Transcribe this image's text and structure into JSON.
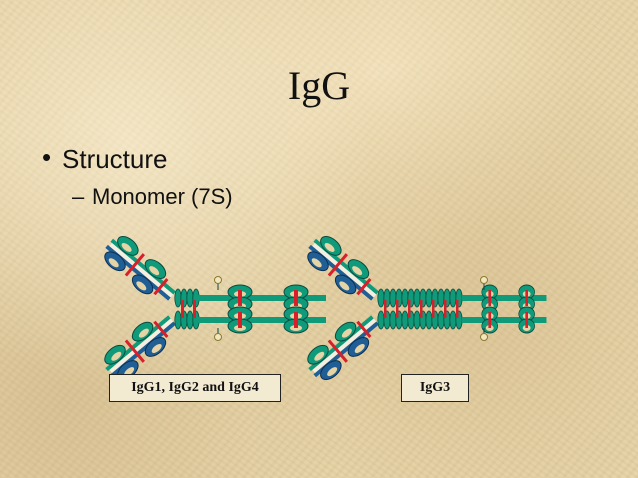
{
  "slide": {
    "title": "IgG",
    "bullet": "Structure",
    "sub_bullet": "Monomer (7S)",
    "bullet_marker": "•",
    "sub_marker": "–"
  },
  "diagram": {
    "label_left": "IgG1, IgG2 and IgG4",
    "label_right": "IgG3",
    "colors": {
      "domain_teal": "#0f9a7a",
      "domain_blue": "#1f5f95",
      "disulfide_red": "#d8202a",
      "outline": "#123a3a"
    }
  }
}
